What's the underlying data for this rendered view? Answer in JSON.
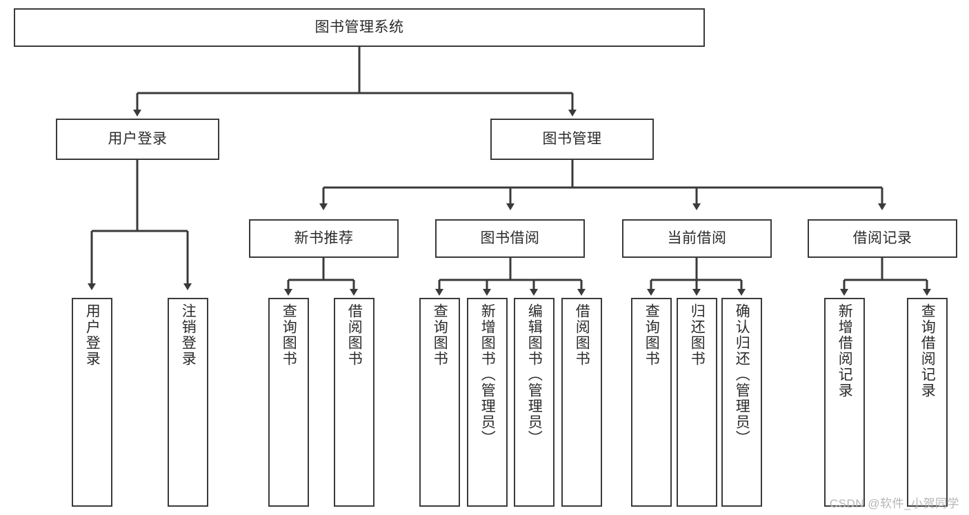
{
  "diagram": {
    "type": "tree",
    "title": "图书管理系统",
    "watermark": "CSDN @软件_小贺同学",
    "colors": {
      "stroke": "#3a3a3a",
      "fill": "#ffffff",
      "text": "#2b2b2b",
      "watermark": "#b6b6b6"
    },
    "levels": {
      "root": {
        "label": "图书管理系统"
      },
      "level2": [
        {
          "label": "用户登录"
        },
        {
          "label": "图书管理"
        }
      ],
      "level3": [
        {
          "label": "新书推荐"
        },
        {
          "label": "图书借阅"
        },
        {
          "label": "当前借阅"
        },
        {
          "label": "借阅记录"
        }
      ]
    },
    "leaves": {
      "user_login": [
        {
          "label": "用户登录"
        },
        {
          "label": "注销登录"
        }
      ],
      "new_book_recommend": [
        {
          "label": "查询图书"
        },
        {
          "label": "借阅图书"
        }
      ],
      "book_borrow": [
        {
          "label": "查询图书"
        },
        {
          "label": "新增图书（管理员）"
        },
        {
          "label": "编辑图书（管理员）"
        },
        {
          "label": "借阅图书"
        }
      ],
      "current_borrow": [
        {
          "label": "查询图书"
        },
        {
          "label": "归还图书"
        },
        {
          "label": "确认归还（管理员）"
        }
      ],
      "borrow_record": [
        {
          "label": "新增借阅记录"
        },
        {
          "label": "查询借阅记录"
        }
      ]
    }
  }
}
